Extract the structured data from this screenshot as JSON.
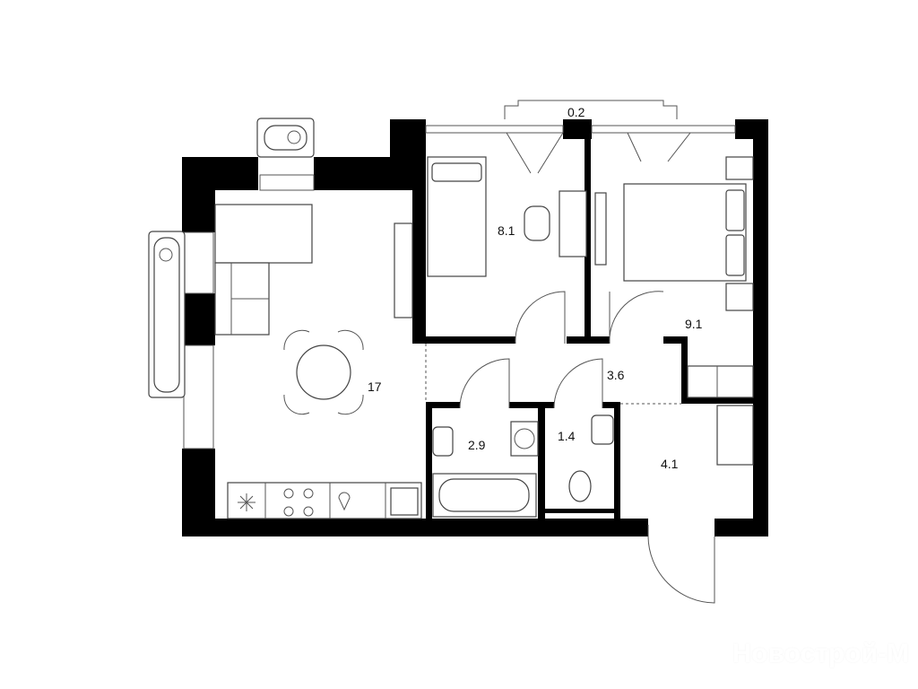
{
  "rooms": [
    {
      "id": "balcony",
      "area": "0.2"
    },
    {
      "id": "kids-room",
      "area": "8.1"
    },
    {
      "id": "bedroom",
      "area": "9.1"
    },
    {
      "id": "living-kitchen",
      "area": "17"
    },
    {
      "id": "hallway",
      "area": "3.6"
    },
    {
      "id": "bathroom",
      "area": "2.9"
    },
    {
      "id": "toilet",
      "area": "1.4"
    },
    {
      "id": "entrance",
      "area": "4.1"
    }
  ],
  "watermark": "Новострой-М"
}
